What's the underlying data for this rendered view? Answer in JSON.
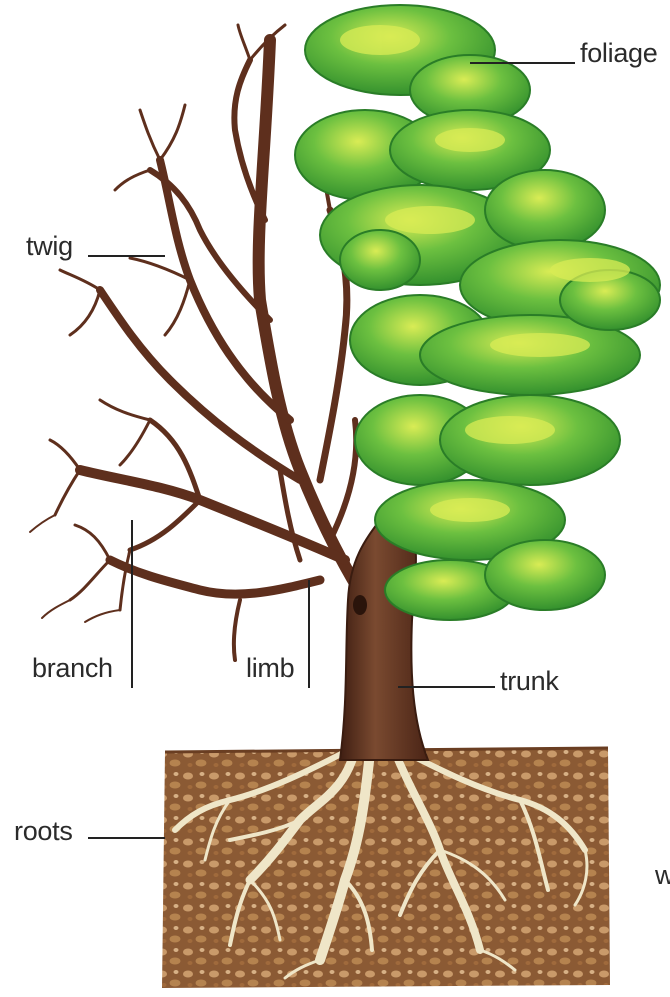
{
  "diagram": {
    "labels": {
      "foliage": "foliage",
      "twig": "twig",
      "branch": "branch",
      "limb": "limb",
      "trunk": "trunk",
      "roots": "roots",
      "edge_fragment": "w"
    },
    "colors": {
      "soil": "#8b5a34",
      "bark": "#5e2f1d",
      "trunk": "#6b3a24",
      "leaf_dark": "#2f8f2a",
      "leaf_mid": "#4caf3a",
      "leaf_light": "#b9dd48",
      "root": "#efe6c8",
      "leader_line": "#222222"
    }
  }
}
